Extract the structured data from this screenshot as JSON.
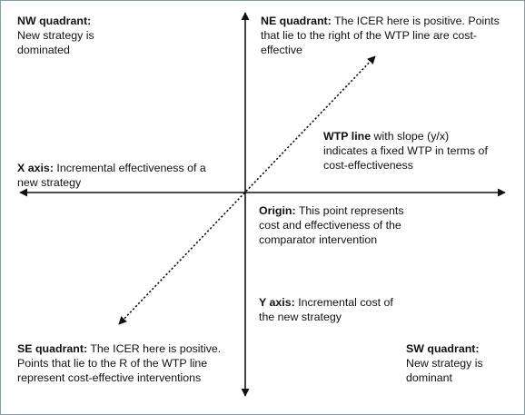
{
  "diagram": {
    "nw": {
      "heading": "NW quadrant:",
      "text": "New strategy is dominated"
    },
    "ne": {
      "heading": "NE quadrant:",
      "text": "The ICER here is positive. Points that lie to the right of the WTP line are cost-effective"
    },
    "wtp": {
      "heading": "WTP line",
      "text": "with slope (y/x) indicates a fixed WTP in terms of cost-effectiveness"
    },
    "xaxis": {
      "heading": "X axis:",
      "text": "Incremental effectiveness of a new strategy"
    },
    "origin": {
      "heading": "Origin:",
      "text": "This point represents cost and effectiveness of the comparator intervention"
    },
    "yaxis": {
      "heading": "Y axis:",
      "text": "Incremental cost of the new strategy"
    },
    "se": {
      "heading": "SE quadrant:",
      "text": "The ICER here is positive.  Points that lie to the R of the WTP line represent cost-effective interventions"
    },
    "sw": {
      "heading": "SW quadrant:",
      "text": "New strategy is dominant"
    }
  },
  "colors": {
    "axis": "#111111",
    "border": "#8a9aa6",
    "text": "#111111"
  }
}
